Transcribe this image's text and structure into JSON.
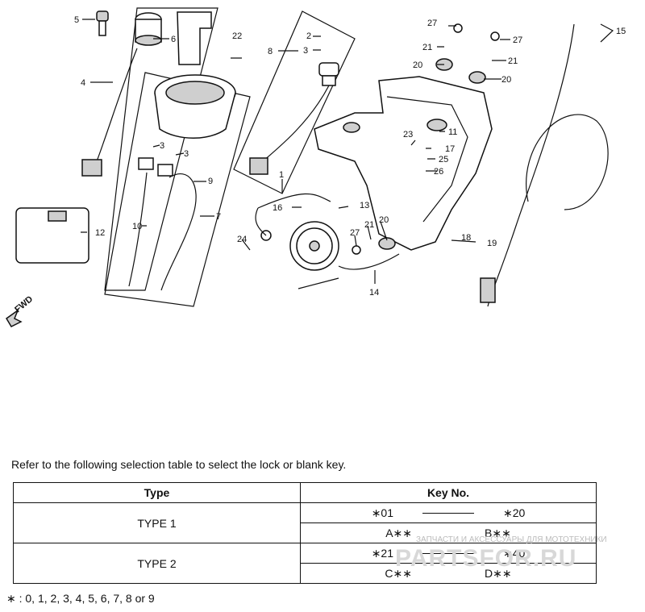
{
  "callouts": [
    "1",
    "2",
    "3",
    "3",
    "3",
    "4",
    "5",
    "6",
    "7",
    "8",
    "9",
    "10",
    "11",
    "12",
    "13",
    "14",
    "15",
    "16",
    "17",
    "18",
    "19",
    "20",
    "20",
    "20",
    "21",
    "21",
    "21",
    "22",
    "23",
    "24",
    "25",
    "26",
    "27",
    "27",
    "27"
  ],
  "fwd_label": "FWD",
  "note": "Refer to the following selection table to select the lock or blank key.",
  "table": {
    "headers": [
      "Type",
      "Key No."
    ],
    "rows": [
      {
        "type": "TYPE 1",
        "key_a": "∗01",
        "key_b": "∗20",
        "blank_a": "A∗∗",
        "blank_b": "B∗∗"
      },
      {
        "type": "TYPE 2",
        "key_a": "∗21",
        "key_b": "∗40",
        "blank_a": "C∗∗",
        "blank_b": "D∗∗"
      }
    ]
  },
  "footnote": "∗ :  0, 1, 2, 3, 4, 5, 6, 7, 8 or 9",
  "watermark": {
    "small": "ЗАПЧАСТИ И АКСЕССУАРЫ ДЛЯ МОТОТЕХНИКИ",
    "big": "PARTSFOR.RU"
  }
}
